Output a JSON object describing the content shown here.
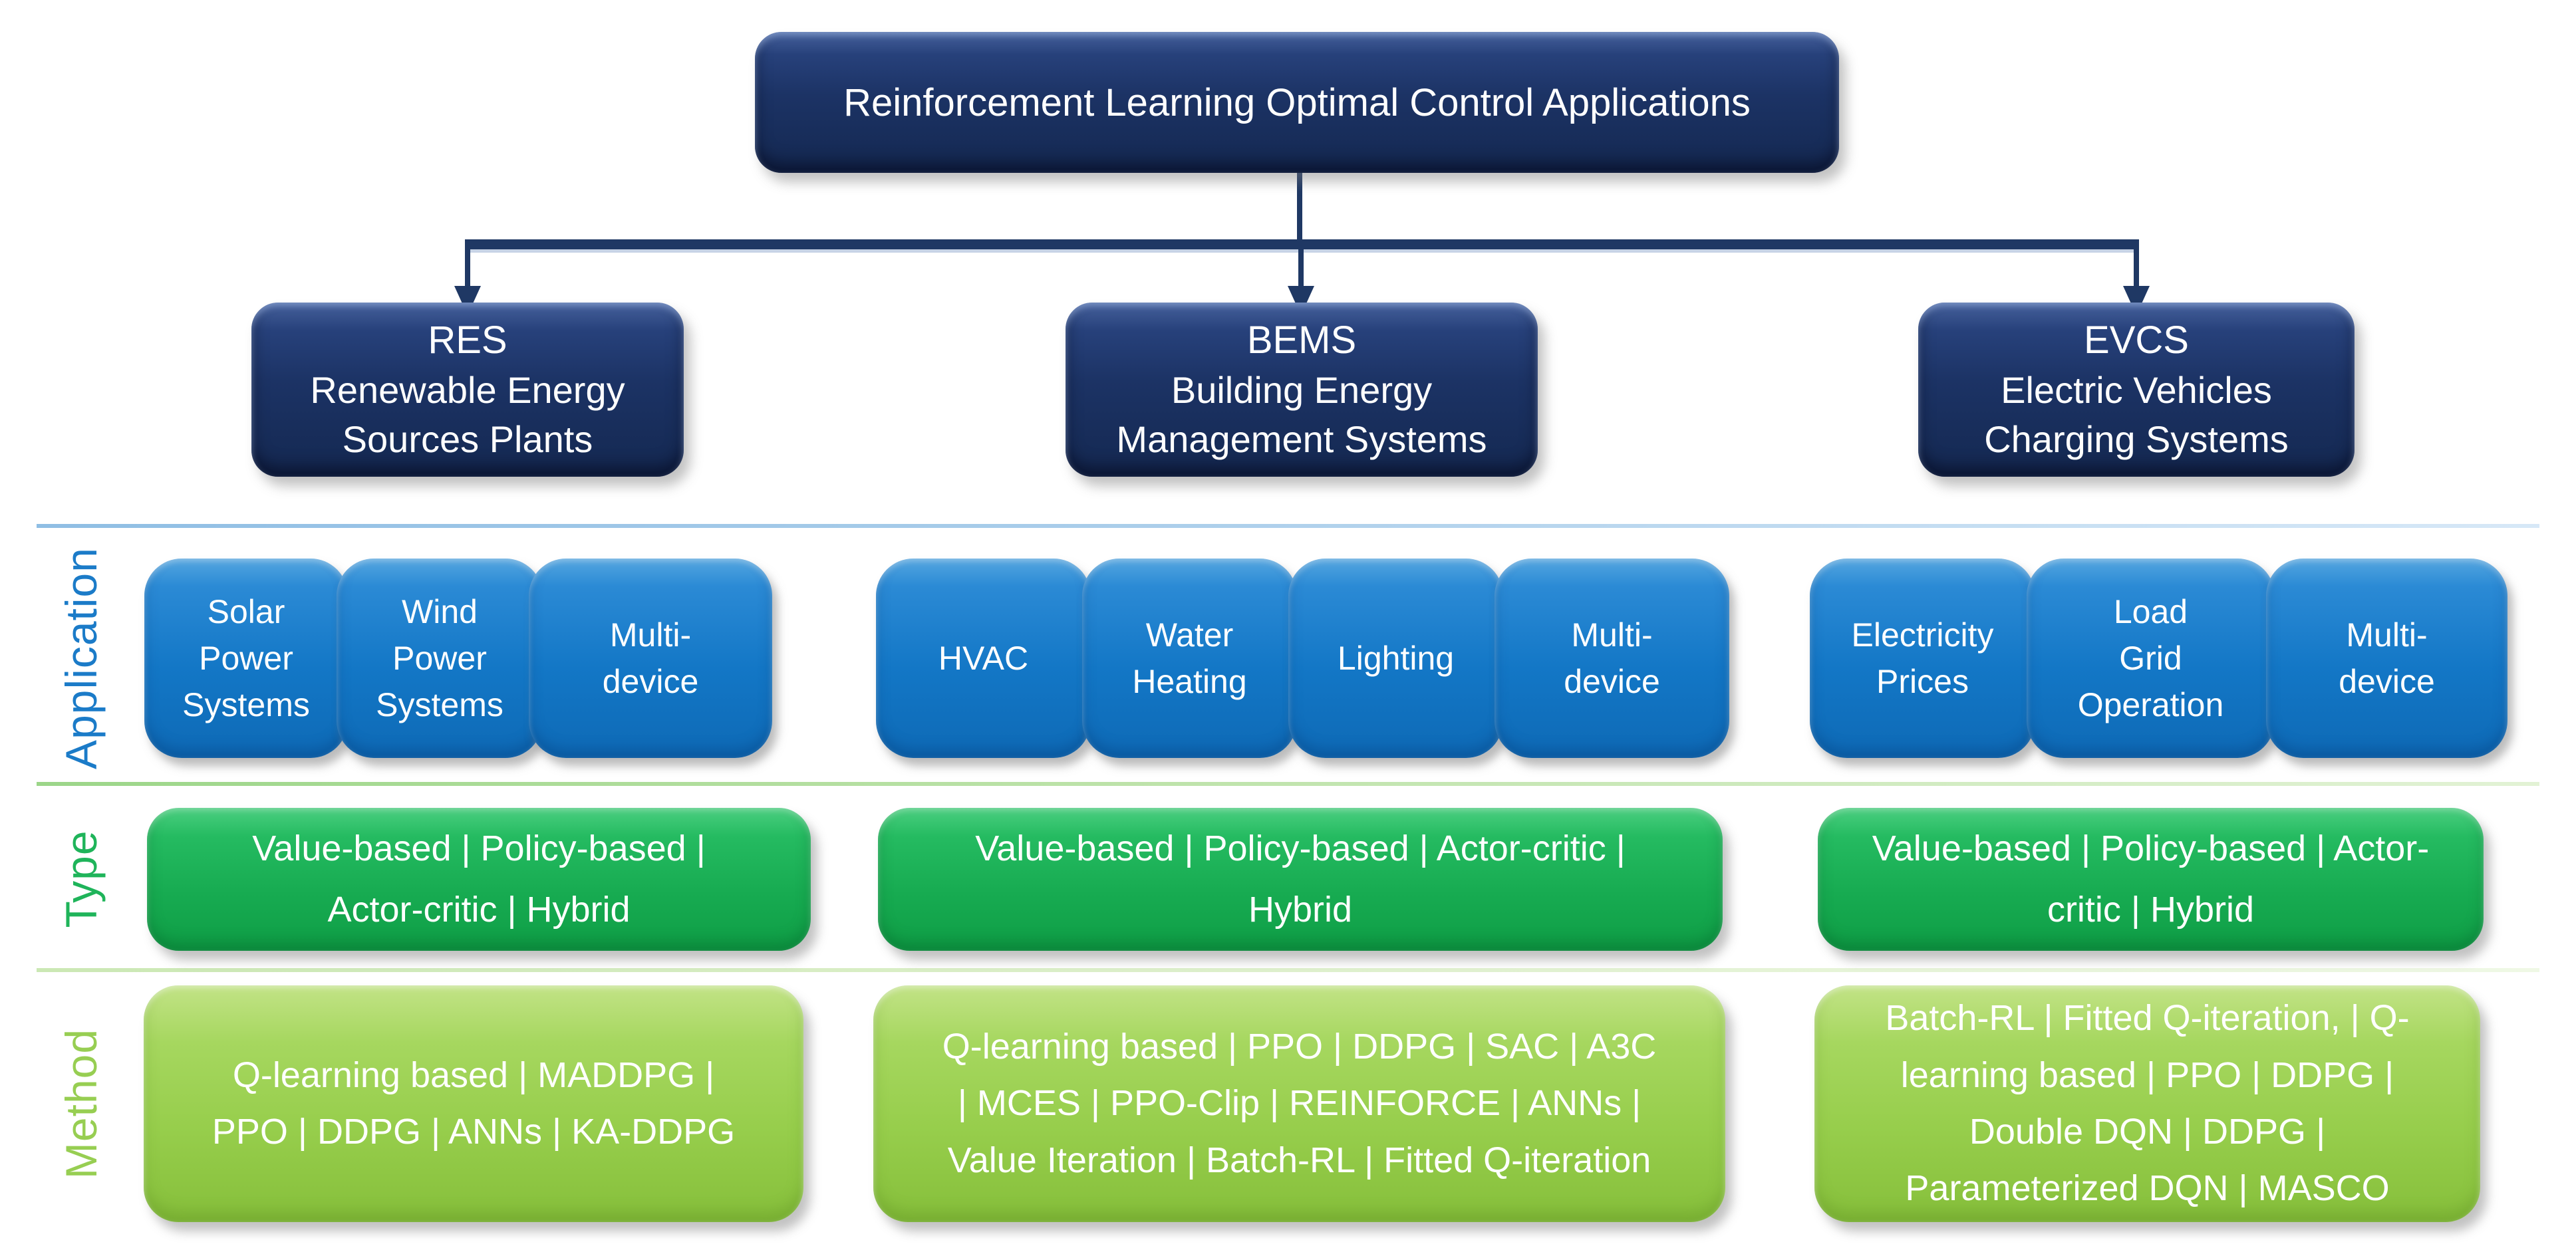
{
  "title": "Reinforcement Learning Optimal Control Applications",
  "row_labels": {
    "application": "Application",
    "type": "Type",
    "method": "Method"
  },
  "branches": [
    {
      "acronym": "RES",
      "name": "Renewable Energy\nSources Plants",
      "applications": [
        "Solar\nPower\nSystems",
        "Wind\nPower\nSystems",
        "Multi-\ndevice"
      ],
      "type": "Value-based | Policy-based |\nActor-critic | Hybrid",
      "method": "Q-learning based | MADDPG |\nPPO | DDPG | ANNs | KA-DDPG"
    },
    {
      "acronym": "BEMS",
      "name": "Building Energy\nManagement Systems",
      "applications": [
        "HVAC",
        "Water\nHeating",
        "Lighting",
        "Multi-\ndevice"
      ],
      "type": "Value-based | Policy-based | Actor-critic |\nHybrid",
      "method": "Q-learning based | PPO | DDPG | SAC | A3C\n| MCES | PPO-Clip | REINFORCE | ANNs |\nValue Iteration | Batch-RL | Fitted Q-iteration"
    },
    {
      "acronym": "EVCS",
      "name": "Electric Vehicles\nCharging Systems",
      "applications": [
        "Electricity\nPrices",
        "Load\nGrid\nOperation",
        "Multi-\ndevice"
      ],
      "type": "Value-based | Policy-based | Actor-\ncritic | Hybrid",
      "method": "Batch-RL | Fitted Q-iteration, | Q-\nlearning based | PPO | DDPG |\nDouble DQN | DDPG |\nParameterized DQN | MASCO"
    }
  ],
  "colors": {
    "navy": "#1F3864",
    "blue": "#1377C6",
    "green": "#17AB51",
    "light_green": "#97CE4C",
    "divider_blue": "#9DC3E6",
    "divider_green": "#A9D694",
    "divider_pale_green": "#D9ECC6",
    "label_blue": "#1B7BC8",
    "label_green": "#1FB45A",
    "label_light_green": "#97CE52"
  }
}
